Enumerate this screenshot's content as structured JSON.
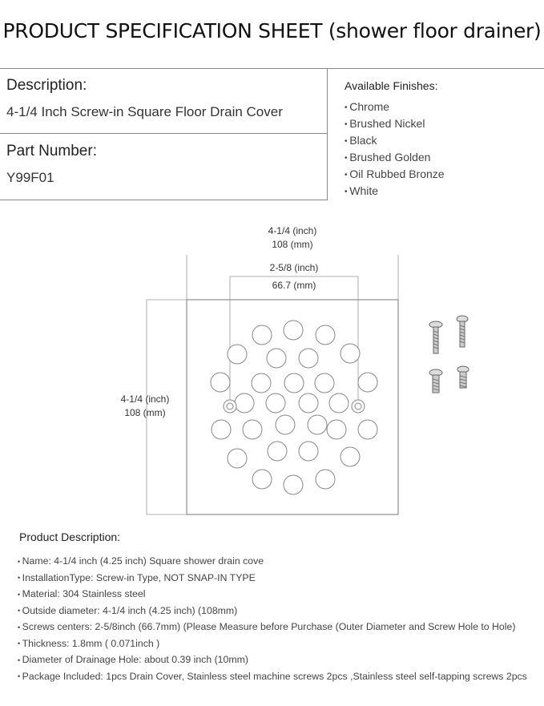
{
  "header": {
    "title": "PRODUCT SPECIFICATION SHEET (shower floor drainer)"
  },
  "description": {
    "label": "Description:",
    "value": "4-1/4 Inch Screw-in Square Floor Drain Cover"
  },
  "part_number": {
    "label": "Part Number:",
    "value": "Y99F01"
  },
  "finishes": {
    "title": "Available Finishes:",
    "items": [
      "Chrome",
      "Brushed Nickel",
      "Black",
      "Brushed Golden",
      "Oil Rubbed Bronze",
      "White"
    ]
  },
  "dimensions": {
    "outer_width_inch": "4-1/4 (inch)",
    "outer_width_mm": "108 (mm)",
    "screw_centers_inch": "2-5/8 (inch)",
    "screw_centers_mm": "66.7 (mm)",
    "outer_height_inch": "4-1/4 (inch)",
    "outer_height_mm": "108 (mm)"
  },
  "product_description": {
    "title": "Product Description:",
    "items": [
      "Name: 4-1/4 inch (4.25 inch) Square shower drain cove",
      "InstallationType: Screw-in Type, NOT SNAP-IN TYPE",
      "Material: 304 Stainless steel",
      "Outside diameter: 4-1/4 inch (4.25 inch) (108mm)",
      "Screws centers: 2-5/8inch (66.7mm) (Please Measure before Purchase (Outer Diameter and Screw Hole to Hole)",
      "Thickness: 1.8mm ( 0.071inch )",
      "Diameter of Drainage Hole: about 0.39 inch (10mm)",
      "Package Included: 1pcs Drain Cover, Stainless steel machine screws 2pcs ,Stainless steel self-tapping screws 2pcs"
    ]
  }
}
